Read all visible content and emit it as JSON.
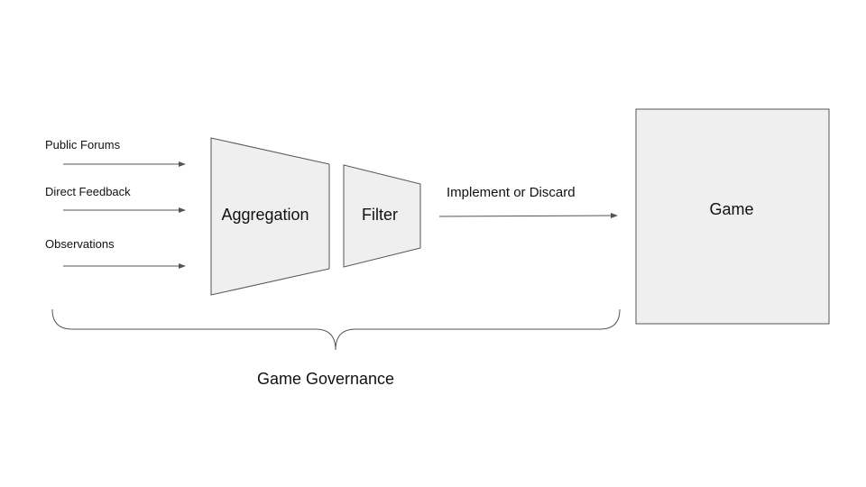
{
  "inputs": [
    {
      "label": "Public Forums"
    },
    {
      "label": "Direct Feedback"
    },
    {
      "label": "Observations"
    }
  ],
  "stages": {
    "aggregation": "Aggregation",
    "filter": "Filter"
  },
  "output_label": "Implement or Discard",
  "game_label": "Game",
  "governance_label": "Game Governance",
  "colors": {
    "shape_fill": "#efefef",
    "shape_stroke": "#555555",
    "arrow": "#555555",
    "text": "#111111"
  }
}
